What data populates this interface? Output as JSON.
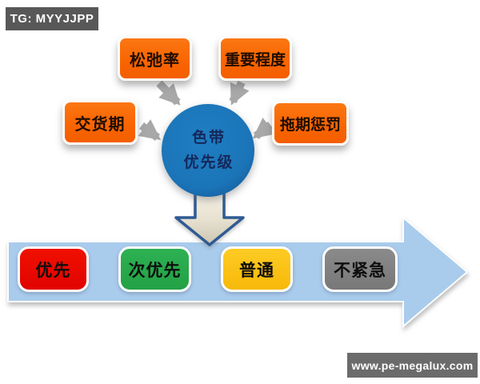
{
  "badges": {
    "top_left": "TG: MYYJJPP",
    "bottom_right": "www.pe-megalux.com"
  },
  "hub": {
    "line1": "色带",
    "line2": "优先级",
    "fill": "#1B74B8",
    "text_color": "#15275A"
  },
  "factors": [
    {
      "id": "slack-rate",
      "label": "松弛率"
    },
    {
      "id": "importance",
      "label": "重要程度"
    },
    {
      "id": "delivery-date",
      "label": "交货期"
    },
    {
      "id": "delay-penalty",
      "label": "拖期惩罚"
    }
  ],
  "factor_fill": "#F96400",
  "levels": [
    {
      "id": "priority",
      "label": "优先",
      "fill": "#E60400"
    },
    {
      "id": "secondary-priority",
      "label": "次优先",
      "fill": "#27A84B"
    },
    {
      "id": "normal",
      "label": "普通",
      "fill": "#FCC10F"
    },
    {
      "id": "not-urgent",
      "label": "不紧急",
      "fill": "#7F7F7F"
    }
  ],
  "axis": {
    "fill": "#A9CBEC",
    "connector_color": "#A8A8A8",
    "down_arrow_border": "#2F5B93"
  }
}
